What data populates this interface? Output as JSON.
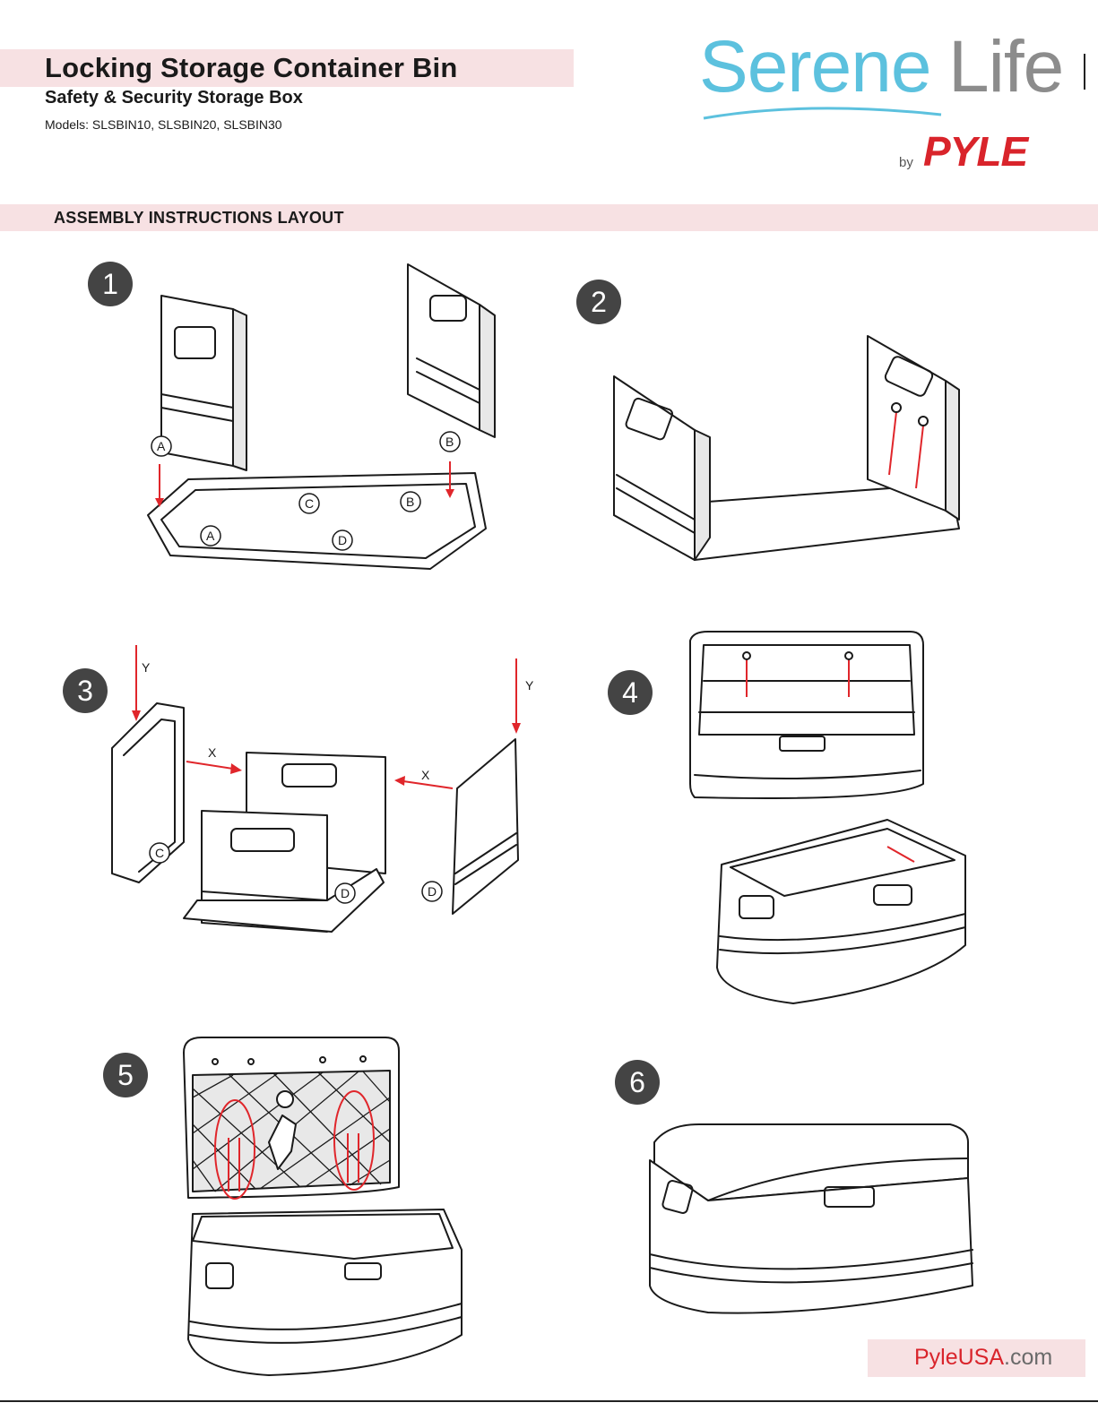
{
  "header": {
    "title": "Locking Storage Container Bin",
    "subtitle": "Safety & Security Storage Box",
    "models": "Models: SLSBIN10, SLSBIN20, SLSBIN30"
  },
  "brand": {
    "name_part1": "Serene",
    "name_part2": "Life",
    "by": "by",
    "maker": "PYLE",
    "colors": {
      "serene": "#5cc1de",
      "life": "#8c8c8c",
      "pyle": "#d9242b"
    }
  },
  "section": {
    "title": "ASSEMBLY INSTRUCTIONS LAYOUT"
  },
  "steps": [
    {
      "number": "1",
      "part_labels": [
        "A",
        "B",
        "A",
        "C",
        "B",
        "D"
      ]
    },
    {
      "number": "2"
    },
    {
      "number": "3",
      "part_labels": [
        "C",
        "D",
        "D"
      ],
      "arrow_labels": [
        "Y",
        "X",
        "X",
        "Y"
      ]
    },
    {
      "number": "4"
    },
    {
      "number": "5"
    },
    {
      "number": "6"
    }
  ],
  "footer": {
    "url_accent": "PyleUSA",
    "url_rest": ".com"
  },
  "colors": {
    "band": "#f7e1e3",
    "badge": "#444444",
    "arrow": "#e0262b"
  }
}
